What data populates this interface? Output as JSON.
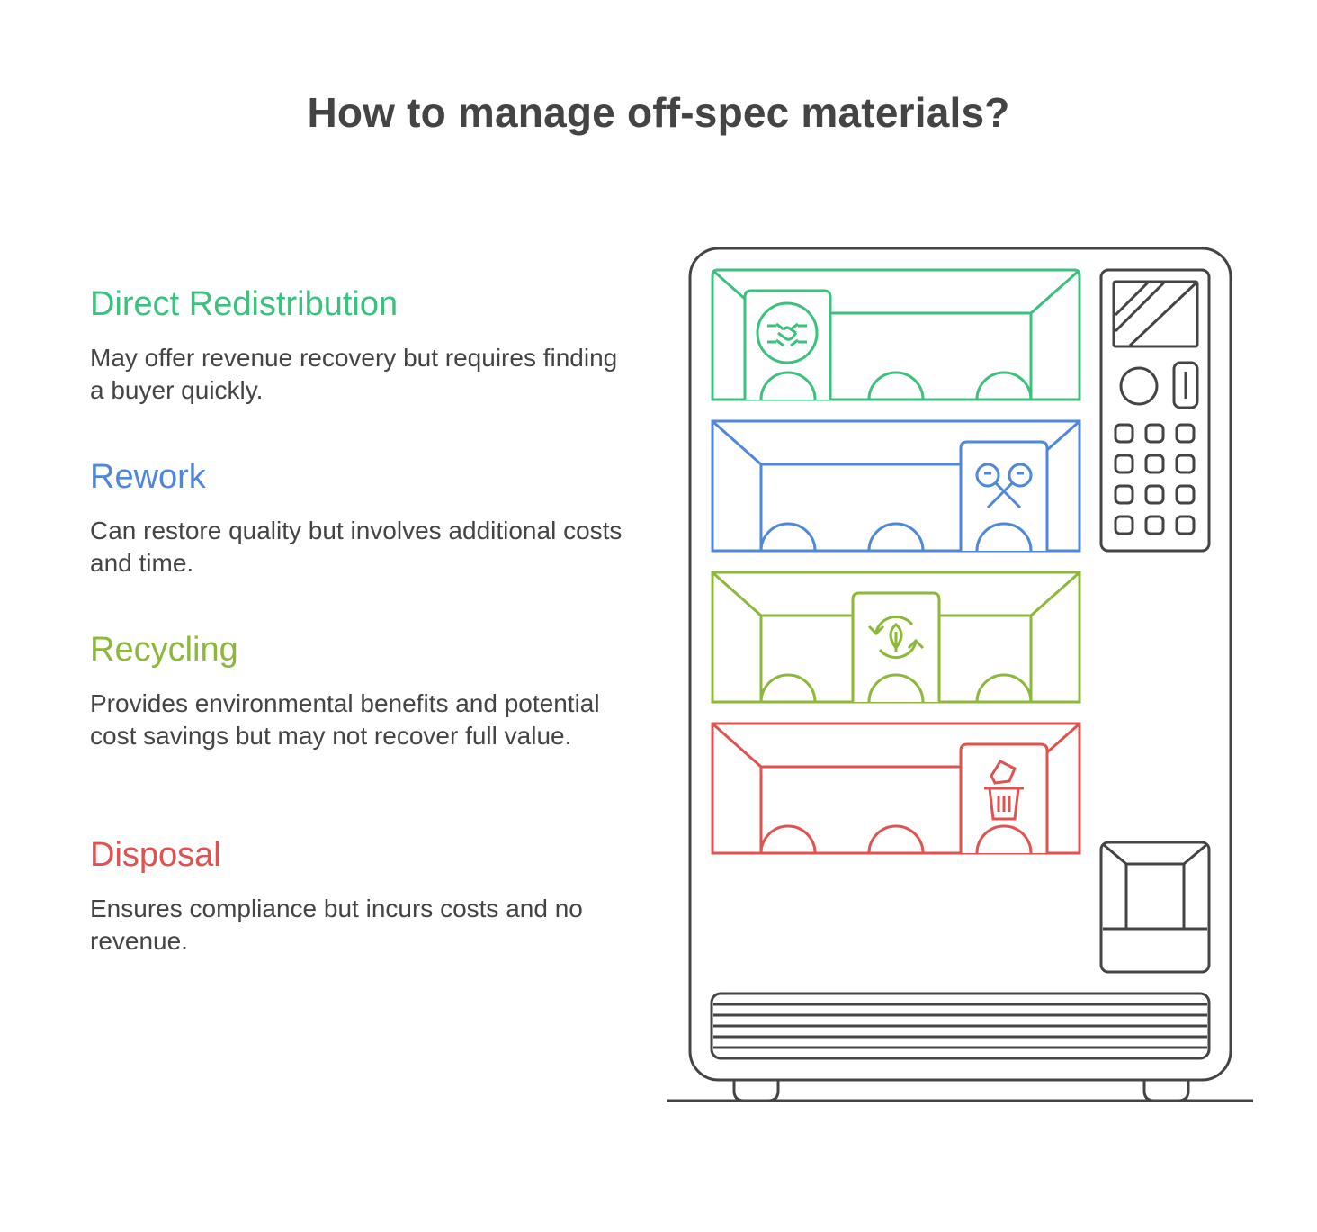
{
  "title": "How to manage off-spec materials?",
  "options": [
    {
      "title": "Direct Redistribution",
      "description": "May offer revenue recovery but requires finding a buyer quickly.",
      "color": "#3cc07d",
      "icon": "handshake-icon"
    },
    {
      "title": "Rework",
      "description": "Can restore quality but involves additional costs and time.",
      "color": "#4f87db",
      "icon": "wrench-tools-icon"
    },
    {
      "title": "Recycling",
      "description": "Provides environmental benefits and potential cost savings but may not recover full value.",
      "color": "#8db83a",
      "icon": "recycle-leaf-icon"
    },
    {
      "title": "Disposal",
      "description": "Ensures compliance but incurs costs and no revenue.",
      "color": "#e05252",
      "icon": "trash-bin-icon"
    }
  ],
  "outline_color": "#444444"
}
